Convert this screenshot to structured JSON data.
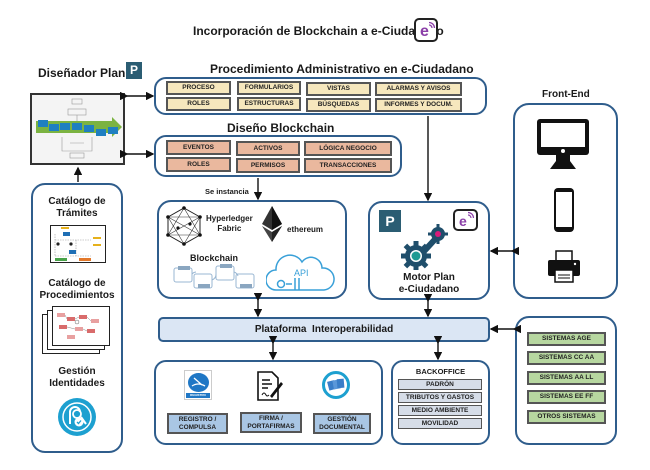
{
  "title": "Incorporación de Blockchain a e-Ciudadano",
  "brand_colors": {
    "panel_border": "#2f5d8c",
    "eciudadano_purple": "#8b3fa8",
    "plan_teal": "#2b5d73",
    "gear_teal": "#1f8a8a"
  },
  "disenador": {
    "title": "Diseñador Plan",
    "logo_letter": "P"
  },
  "left_catalog": {
    "items": [
      {
        "label": "Catálogo de Trámites"
      },
      {
        "label": "Catálogo de Procedimientos"
      },
      {
        "label": "Gestión Identidades"
      }
    ],
    "tramites_line1": "Catálogo de",
    "tramites_line2": "Trámites",
    "procedimientos_line1": "Catálogo de",
    "procedimientos_line2": "Procedimientos",
    "identidades_line1": "Gestión",
    "identidades_line2": "Identidades"
  },
  "procedimiento": {
    "title": "Procedimiento Administrativo  en e-Ciudadano",
    "chips": [
      "PROCESO",
      "FORMULARIOS",
      "VISTAS",
      "ALARMAS Y AVISOS",
      "ROLES",
      "ESTRUCTURAS",
      "BÚSQUEDAS",
      "INFORMES Y DOCUM."
    ]
  },
  "diseno_blockchain": {
    "title": "Diseño Blockchain",
    "chips": [
      "EVENTOS",
      "ACTIVOS",
      "LÓGICA NEGOCIO",
      "ROLES",
      "PERMISOS",
      "TRANSACCIONES"
    ],
    "instance_label": "Se instancia"
  },
  "blockchain_panel": {
    "hyperledger_line1": "Hyperledger",
    "hyperledger_line2": "Fabric",
    "ethereum": "ethereum",
    "blockchain": "Blockchain",
    "api": "API"
  },
  "motor": {
    "line1": "Motor Plan",
    "line2": "e-Ciudadano",
    "logo_letter": "P",
    "e_letter": "e"
  },
  "front_end": {
    "title": "Front-End",
    "devices": [
      "monitor",
      "smartphone",
      "printer"
    ]
  },
  "plataforma": {
    "label": "Plataforma  Interoperabilidad"
  },
  "services": {
    "items": [
      "REGISTRO / COMPULSA",
      "FIRMA / PORTAFIRMAS",
      "GESTIÓN DOCUMENTAL"
    ],
    "registro_line1": "REGISTRO /",
    "registro_line2": "COMPULSA",
    "firma_line1": "FIRMA /",
    "firma_line2": "PORTAFIRMAS",
    "gestion_line1": "GESTIÓN",
    "gestion_line2": "DOCUMENTAL",
    "registro_icon_caption": "REGISTRO"
  },
  "backoffice": {
    "title": "BACKOFFICE",
    "items": [
      "PADRÓN",
      "TRIBUTOS Y GASTOS",
      "MEDIO AMBIENTE",
      "MOVILIDAD"
    ]
  },
  "sistemas": {
    "items": [
      "SISTEMAS AGE",
      "SISTEMAS CC AA",
      "SISTEMAS AA LL",
      "SISTEMAS EE FF",
      "OTROS SISTEMAS"
    ]
  }
}
